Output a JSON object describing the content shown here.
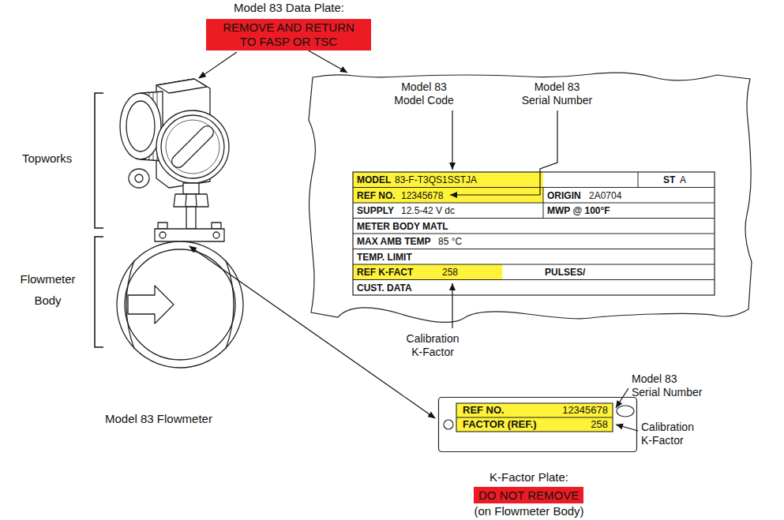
{
  "diagram": {
    "nodes": [
      {
        "text": [
          "REMOVE AND RETURN TO FASP OR TSC"
        ]
      },
      {
        "text": [
          "MODEL",
          "83-F-T3QS1SSTJA",
          "ST",
          "A",
          "REF NO.",
          "12345678",
          "ORIGIN",
          "2A0704",
          "SUPPLY",
          "12.5-42 V dc",
          "MWP @ 100°F",
          "METER BODY MATL",
          "MAX AMB TEMP",
          "85 °C",
          "TEMP. LIMIT",
          "REF K-FACT",
          "258",
          "PULSES/",
          "CUST. DATA"
        ]
      },
      {
        "text": [
          "REF NO.",
          "12345678",
          "FACTOR (REF.)",
          "258"
        ]
      },
      {
        "text": [
          "DO NOT REMOVE"
        ]
      }
    ],
    "edges": [
      {
        "from": 0,
        "to": 1,
        "arrow": "to"
      }
    ],
    "labels": [
      "Model 83 Data Plate:",
      "Model 83 Model Code",
      "Model 83 Serial Number",
      "Topworks",
      "Flowmeter Body",
      "Calibration K-Factor",
      "Model 83 Serial Number",
      "Calibration K-Factor",
      "Model 83 Flowmeter",
      "K-Factor Plate:",
      "(on Flowmeter Body)"
    ]
  }
}
